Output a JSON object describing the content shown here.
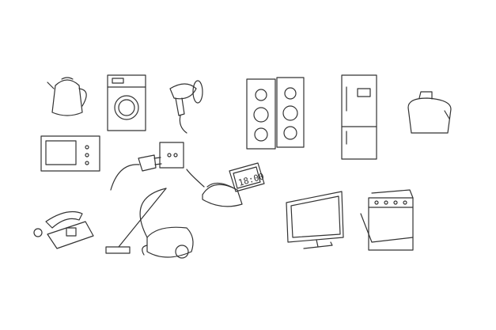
{
  "illustration": {
    "style": "hand-drawn line art",
    "ink_color": "#333333",
    "background": "#ffffff",
    "objects": [
      "kettle",
      "washing-machine",
      "hair-dryer",
      "speakers",
      "refrigerator",
      "toaster",
      "microwave",
      "plug-and-socket",
      "iron",
      "alarm-clock",
      "telephone",
      "vacuum-cleaner",
      "tv-monitor",
      "stove-oven"
    ],
    "clock_display": "18:00"
  }
}
